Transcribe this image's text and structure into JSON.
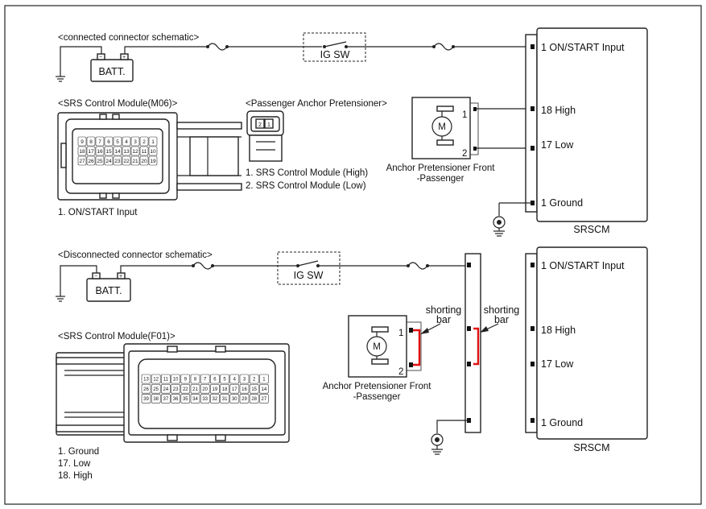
{
  "top": {
    "title": "<connected connector schematic>",
    "battery": "BATT.",
    "ig_switch": "IG SW",
    "srs_module_title": "<SRS Control Module(M06)>",
    "srs_module_pin_note": "1. ON/START Input",
    "m06_rows": [
      [
        "9",
        "8",
        "7",
        "6",
        "5",
        "4",
        "3",
        "2",
        "1"
      ],
      [
        "18",
        "17",
        "16",
        "15",
        "14",
        "13",
        "12",
        "11",
        "10"
      ],
      [
        "27",
        "26",
        "25",
        "24",
        "23",
        "22",
        "21",
        "20",
        "19"
      ]
    ],
    "pretensioner_title": "<Passenger Anchor Pretensioner>",
    "pretensioner_pins": [
      "2",
      "1"
    ],
    "pretensioner_notes": [
      "1. SRS Control Module (High)",
      "2. SRS Control Module (Low)"
    ],
    "motor": "M",
    "pin1": "1",
    "pin2": "2",
    "component_label": [
      "Anchor Pretensioner Front",
      "-Passenger"
    ],
    "srscm_pins": [
      "1 ON/START Input",
      "18 High",
      "17 Low",
      "1 Ground"
    ],
    "srscm_label": "SRSCM"
  },
  "bottom": {
    "title": "<Disconnected connector schematic>",
    "battery": "BATT.",
    "ig_switch": "IG SW",
    "shorting_bar_1": [
      "shorting",
      "bar"
    ],
    "shorting_bar_2": [
      "shorting",
      "bar"
    ],
    "motor": "M",
    "pin1": "1",
    "pin2": "2",
    "component_label": [
      "Anchor Pretensioner Front",
      "-Passenger"
    ],
    "srs_module_title": "<SRS Control Module(F01)>",
    "f01_rows": [
      [
        "13",
        "12",
        "11",
        "10",
        "9",
        "8",
        "7",
        "6",
        "5",
        "4",
        "3",
        "2",
        "1"
      ],
      [
        "26",
        "25",
        "24",
        "23",
        "22",
        "21",
        "20",
        "19",
        "18",
        "17",
        "16",
        "15",
        "14"
      ],
      [
        "39",
        "38",
        "37",
        "36",
        "35",
        "34",
        "33",
        "32",
        "31",
        "30",
        "29",
        "28",
        "27"
      ]
    ],
    "srs_module_pin_notes": [
      "1. Ground",
      "17. Low",
      "18. High"
    ],
    "srscm_pins": [
      "1 ON/START Input",
      "18 High",
      "17 Low",
      "1 Ground"
    ],
    "srscm_label": "SRSCM"
  }
}
